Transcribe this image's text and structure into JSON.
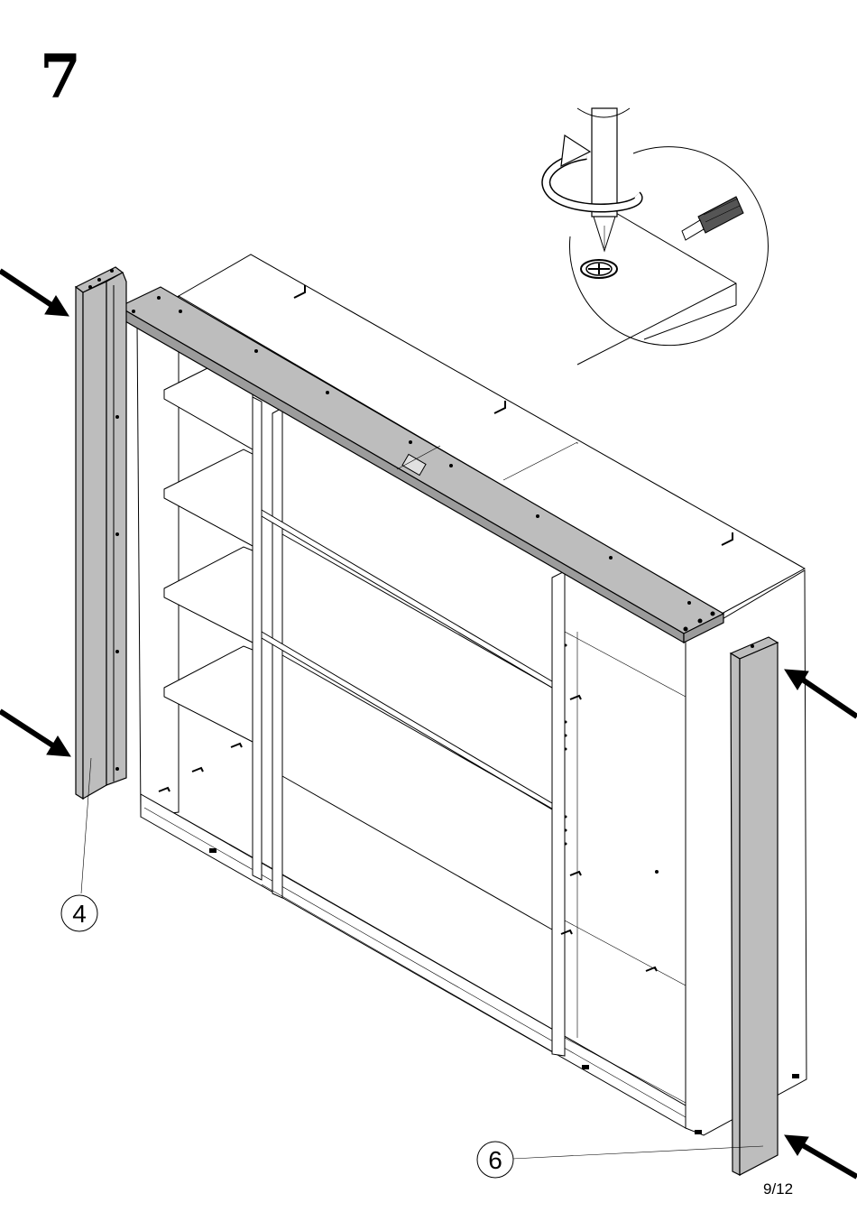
{
  "step": {
    "number": "7"
  },
  "callouts": [
    {
      "label": "4"
    },
    {
      "label": "6"
    }
  ],
  "page_number": "9/12",
  "colors": {
    "panel_fill": "#bdbdbd",
    "line": "#000000"
  },
  "icons": [
    "screwdriver-icon",
    "rotation-arrow-icon",
    "screw-icon",
    "insertion-arrow-icon"
  ]
}
